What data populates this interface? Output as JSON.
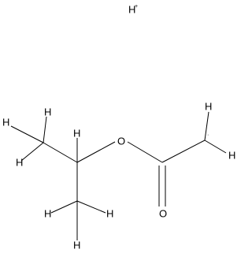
{
  "molecule": {
    "proton": {
      "symbol": "H",
      "charge": "+"
    },
    "carbanion": {
      "radical": "·"
    },
    "atoms": {
      "ester_oxygen": "O",
      "carbonyl_oxygen": "O",
      "hydrogen": "H"
    },
    "colors": {
      "bond": "#000000",
      "label": "#000000",
      "background": "#ffffff"
    }
  }
}
